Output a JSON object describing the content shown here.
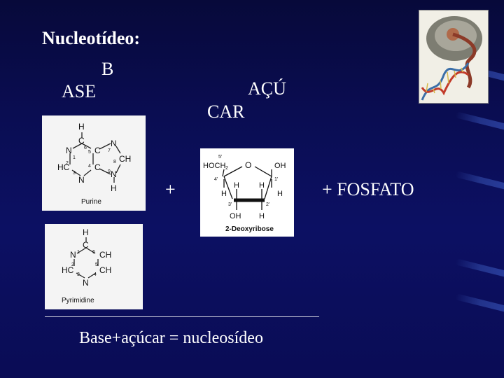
{
  "title": "Nucleotídeo:",
  "base_parts": {
    "line1": "B",
    "line2": "ASE"
  },
  "sugar_parts": {
    "line1": "AÇÚ",
    "line2": "CAR"
  },
  "plus_sign": "+",
  "phosphate_label": "+ FOSFATO",
  "footer_text": "Base+açúcar = nucleosídeo",
  "purine": {
    "caption": "Purine",
    "atoms": {
      "h_top": "H",
      "c": "C",
      "n": "N",
      "h": "H",
      "hc": "HC",
      "ch": "CH"
    },
    "numbers": [
      "1",
      "2",
      "3",
      "4",
      "5",
      "6",
      "7",
      "8",
      "9"
    ]
  },
  "pyrimidine": {
    "caption": "Pyrimidine",
    "atoms": {
      "h_top": "H",
      "c": "C",
      "n": "N",
      "hc": "HC",
      "ch": "CH"
    },
    "numbers": [
      "1",
      "2",
      "3",
      "4",
      "5",
      "6"
    ]
  },
  "deoxyribose": {
    "caption": "2-Deoxyribose",
    "atoms": {
      "hoch2": "HOCH",
      "sub2": "2",
      "o": "O",
      "oh": "OH",
      "h": "H"
    },
    "primes": [
      "5'",
      "4'",
      "3'",
      "2'",
      "1'"
    ]
  }
}
